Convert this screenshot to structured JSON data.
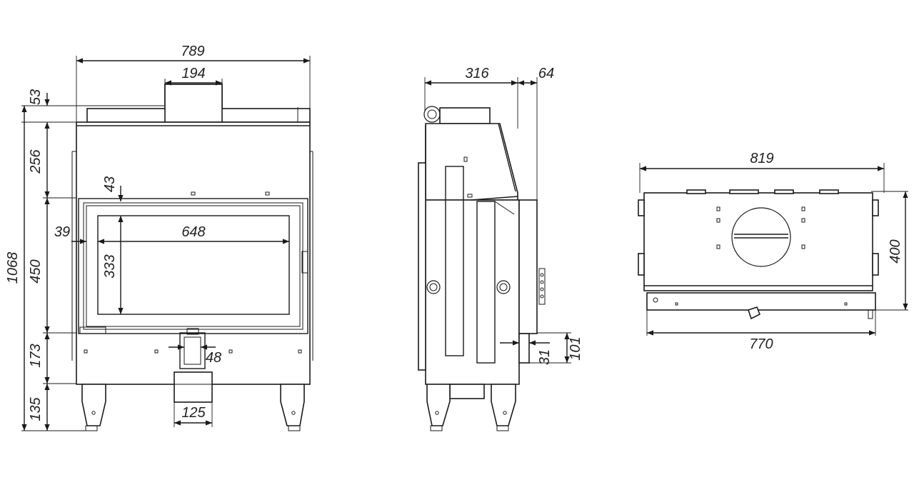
{
  "front_view": {
    "width_overall": "789",
    "flue_width": "194",
    "top_flange": "53",
    "upper_section": "256",
    "total_height": "1068",
    "door_height": "450",
    "top_gap": "43",
    "side_gap": "39",
    "glass_width": "648",
    "glass_height": "333",
    "lower_section": "173",
    "inlet_width": "48",
    "legs_height": "135",
    "air_duct_width": "125"
  },
  "side_view": {
    "depth": "316",
    "rear_offset": "64",
    "lower_offset": "31",
    "lower_height": "101"
  },
  "top_view": {
    "width_outer": "819",
    "width_inner": "770",
    "depth": "400"
  }
}
